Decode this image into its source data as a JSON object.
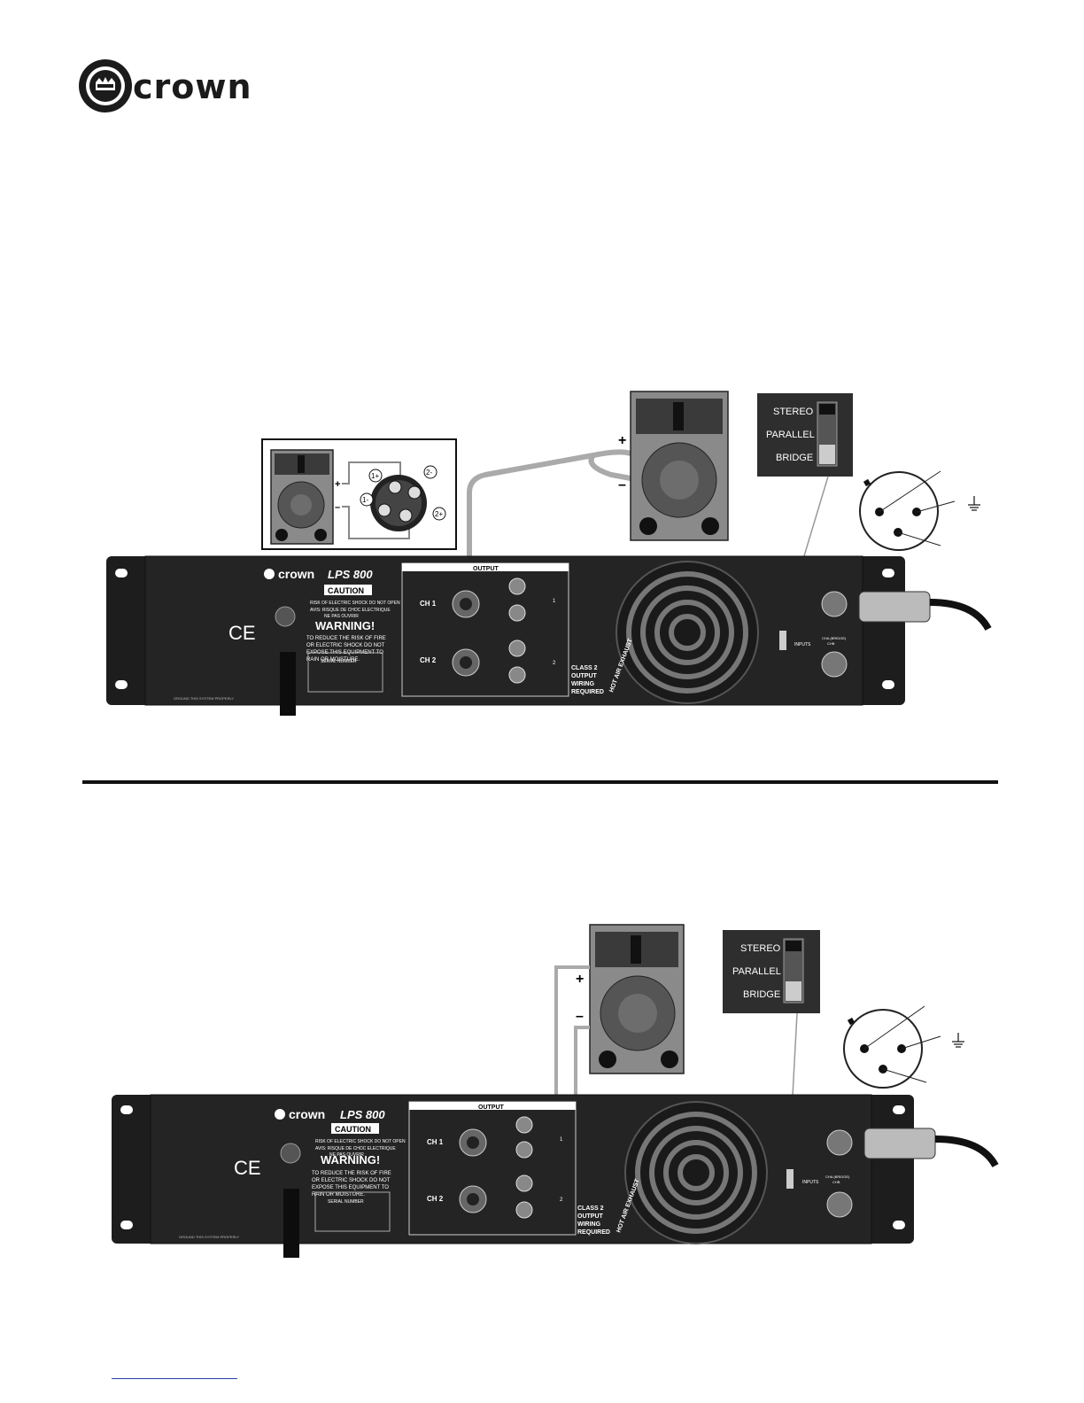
{
  "brand": {
    "name": "crown"
  },
  "switch_labels": {
    "stereo": "STEREO",
    "parallel": "PARALLEL",
    "bridge": "BRIDGE"
  },
  "speaker_polarity": {
    "plus": "+",
    "minus": "–"
  },
  "connector_pins": {
    "p1p": "1+",
    "p1m": "1-",
    "p2p": "2+",
    "p2m": "2-"
  },
  "amp": {
    "brand": "crown",
    "model": "LPS 800",
    "output_header": "OUTPUT",
    "ch1": "CH 1",
    "ch2": "CH 2",
    "class2_l1": "CLASS 2",
    "class2_l2": "OUTPUT",
    "class2_l3": "WIRING",
    "class2_l4": "REQUIRED",
    "hot_air": "HOT AIR EXHAUST",
    "caution": "CAUTION",
    "caution_sub": "RISK OF ELECTRIC SHOCK DO NOT OPEN",
    "avis": "AVIS: RISQUE DE CHOC ELECTRIQUE",
    "avis2": "NE PAS OUVRIR",
    "warning": "WARNING!",
    "warn_l1": "TO REDUCE THE RISK OF FIRE",
    "warn_l2": "OR ELECTRIC SHOCK DO NOT",
    "warn_l3": "EXPOSE THIS EQUIPMENT TO",
    "warn_l4": "RAIN OR MOISTURE.",
    "serial": "SERIAL NUMBER",
    "ce": "CE",
    "inputs": "INPUTS",
    "ch1_label": "1",
    "ch2_label": "2",
    "cha": "CHA (BRIDGE)",
    "chb": "CHB",
    "ground": "GROUND THIS SYSTEM PROPERLY"
  }
}
